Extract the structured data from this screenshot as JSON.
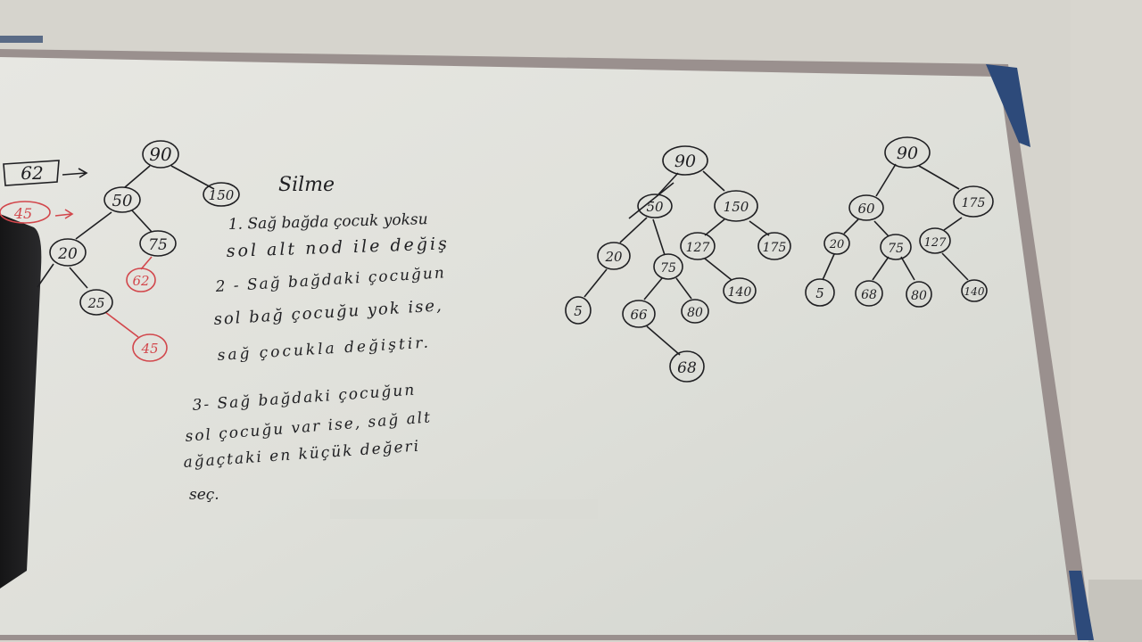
{
  "board": {
    "label_boxed": "62",
    "label_red": "45",
    "title": "Silme",
    "rules": [
      "1. Sağ bağda çocuk yoksu",
      "sol alt nod ile değiş",
      "2 - Sağ bağdaki çocuğun",
      "sol bağ çocuğu yok ise,",
      "sağ çocukla değiştir.",
      "3- Sağ bağdaki çocuğun",
      "sol çocuğu var ise, sağ alt",
      "ağaçtaki en küçük değeri",
      "seç."
    ]
  },
  "tree_left": {
    "root": "90",
    "n50": "50",
    "n150": "150",
    "n20": "20",
    "n75": "75",
    "n62": "62",
    "n25": "25",
    "n45": "45"
  },
  "tree_mid": {
    "root": "90",
    "n50": "50",
    "n150": "150",
    "n20": "20",
    "n75": "75",
    "n127": "127",
    "n175": "175",
    "n5": "5",
    "n66": "66",
    "n80": "80",
    "n140": "140",
    "n68": "68"
  },
  "tree_right": {
    "root": "90",
    "n60": "60",
    "n175": "175",
    "n20": "20",
    "n75": "75",
    "n127": "127",
    "n5": "5",
    "n68": "68",
    "n80": "80",
    "n140": "140"
  },
  "colors": {
    "ink": "#1f1f22",
    "red_marker": "#d2474c",
    "board": "#e4e4de",
    "frame": "#8f8785"
  }
}
